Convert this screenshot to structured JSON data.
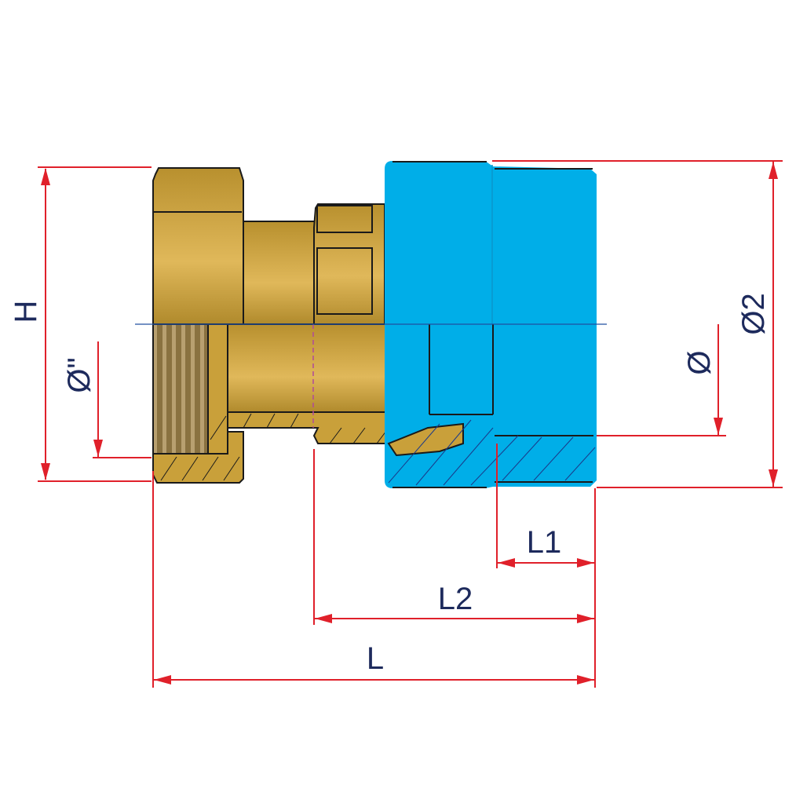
{
  "labels": {
    "height": "H",
    "thread_diameter": "Ø\"",
    "inner_diameter": "Ø",
    "outer_diameter": "Ø2",
    "length_1": "L1",
    "length_2": "L2",
    "total_length": "L"
  },
  "colors": {
    "brass": "#c9a03a",
    "plastic": "#00aee8",
    "dimension": "#e0202a",
    "text": "#1d2a5c"
  }
}
